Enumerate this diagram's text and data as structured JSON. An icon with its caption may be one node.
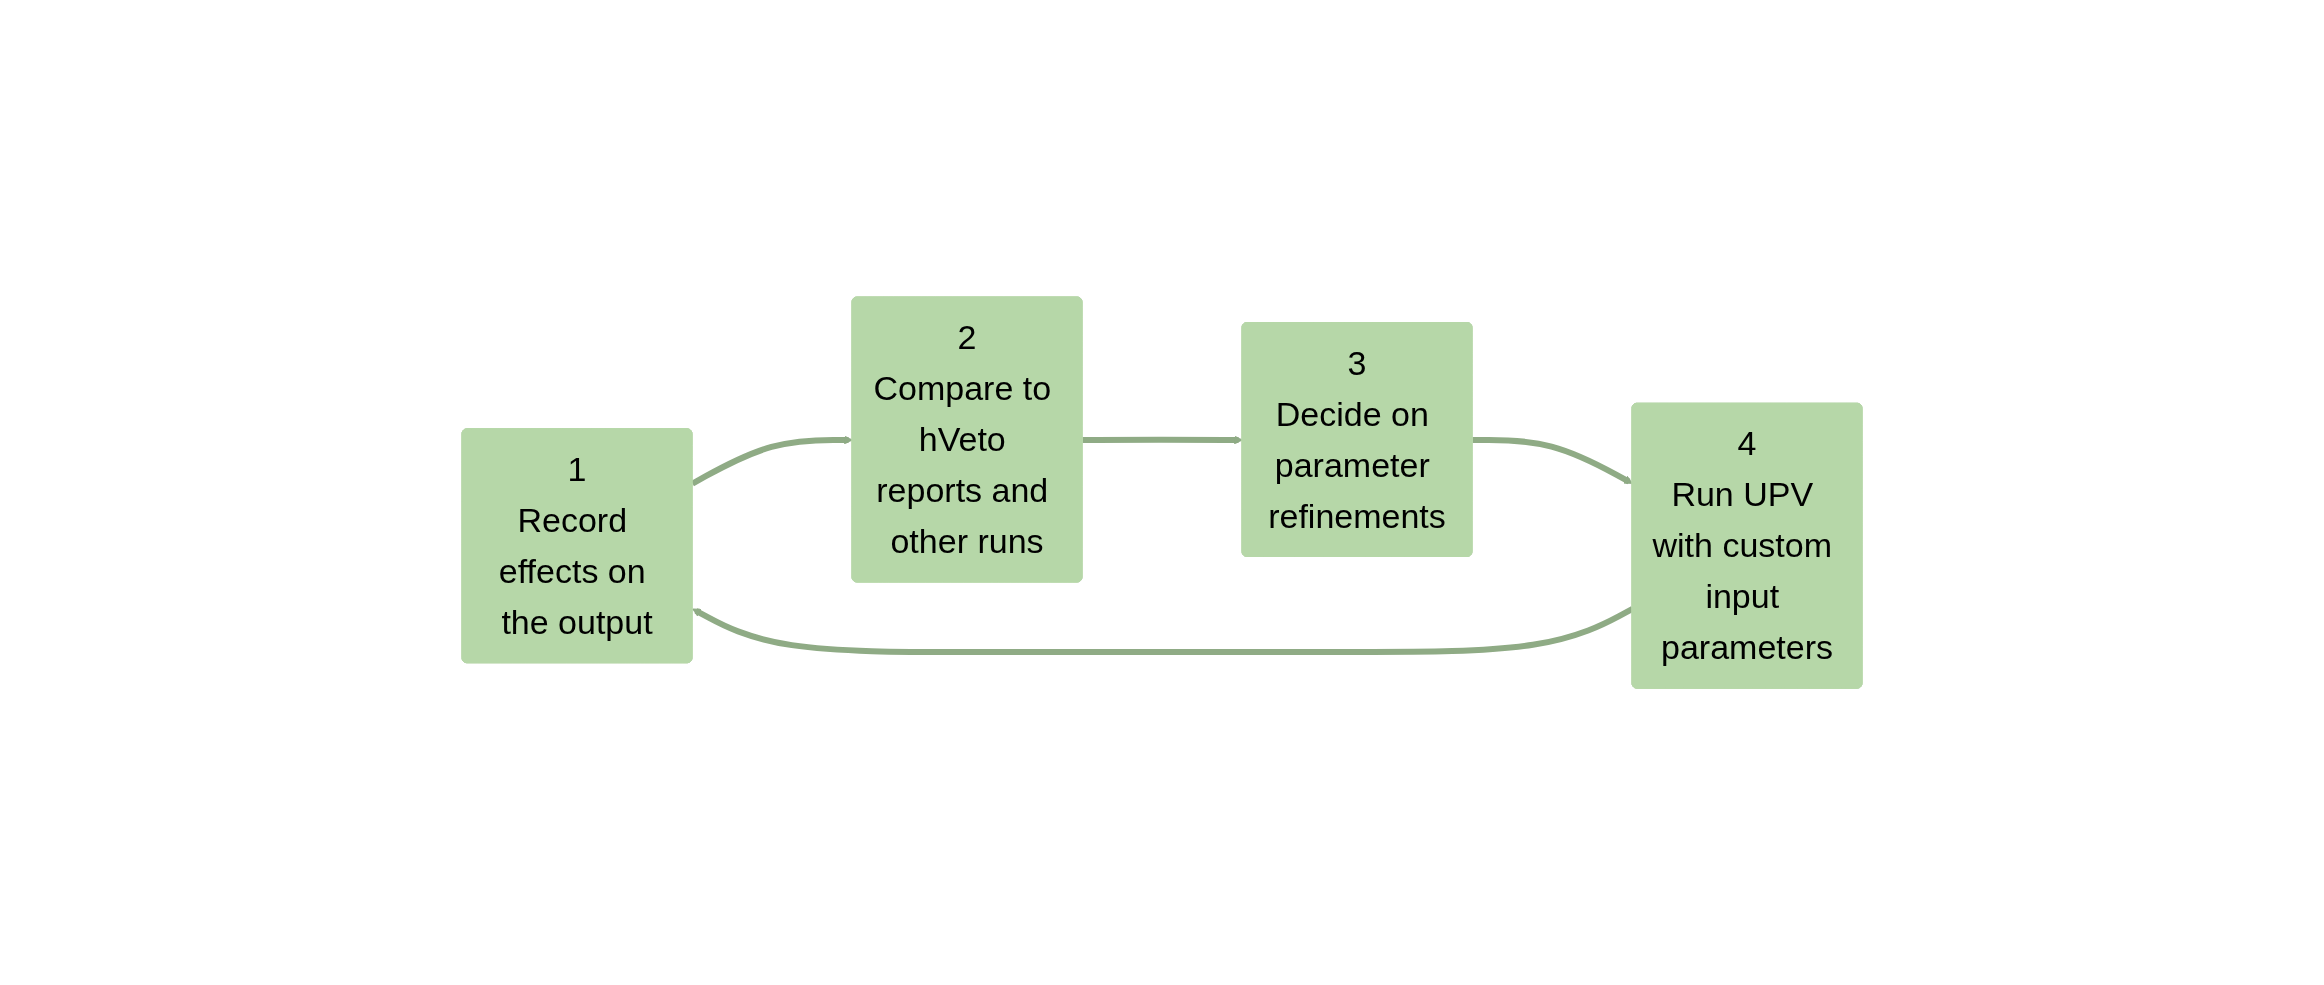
{
  "diagram": {
    "nodes": [
      {
        "text": [
          "1",
          "Record effects on the output"
        ]
      },
      {
        "text": [
          "2",
          "Compare to hVeto reports and other runs"
        ]
      },
      {
        "text": [
          "4",
          "Run UPV with custom input parameters"
        ]
      },
      {
        "text": [
          "3",
          "Decide on parameter refinements"
        ]
      }
    ],
    "edges": [
      {
        "from": 0,
        "to": 1,
        "arrow": "to"
      },
      {
        "from": 1,
        "to": 3,
        "arrow": "to"
      },
      {
        "from": 3,
        "to": 2,
        "arrow": "to"
      },
      {
        "from": 2,
        "to": 0,
        "arrow": "to"
      }
    ]
  }
}
